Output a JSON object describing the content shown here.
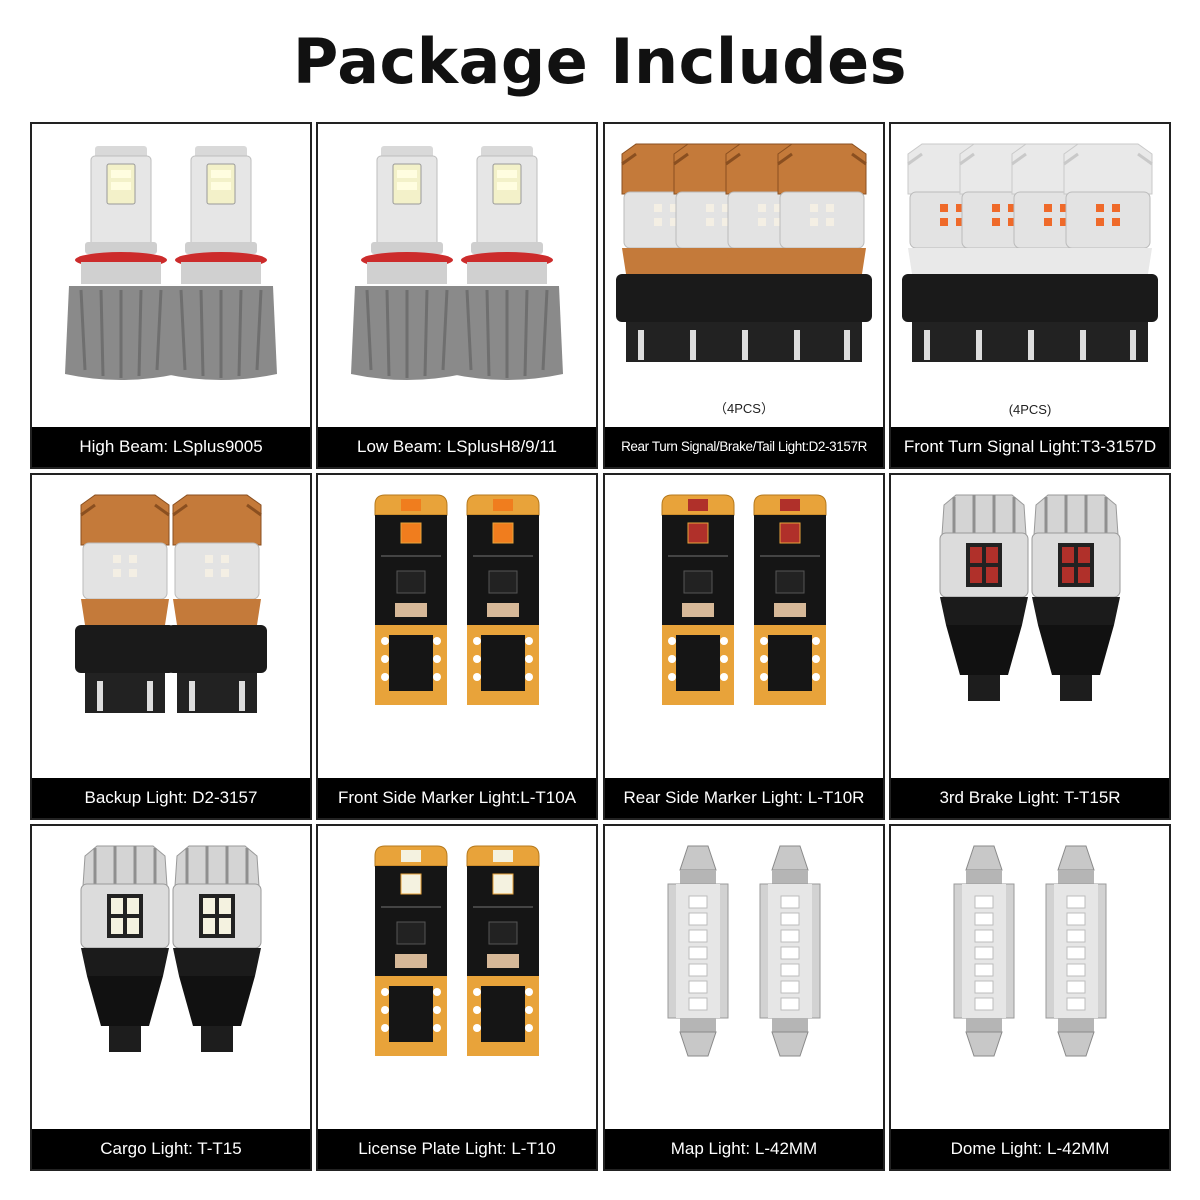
{
  "title": "Package Includes",
  "items": [
    {
      "caption": "High Beam: LSplus9005",
      "qty": "",
      "kind": "headlight",
      "collar": "#cc2b2b"
    },
    {
      "caption": "Low Beam: LSplusH8/9/11",
      "qty": "",
      "kind": "headlight",
      "collar": "#cc2b2b"
    },
    {
      "caption": "Rear Turn Signal/Brake/Tail Light:D2-3157R",
      "qty": "（4PCS）",
      "kind": "copper3157x4",
      "collar": ""
    },
    {
      "caption": "Front Turn Signal Light:T3-3157D",
      "qty": "(4PCS)",
      "kind": "white3157x4",
      "collar": ""
    },
    {
      "caption": "Backup Light: D2-3157",
      "qty": "",
      "kind": "copper3157x2",
      "collar": ""
    },
    {
      "caption": "Front Side Marker Light:L-T10A",
      "qty": "",
      "kind": "t10",
      "collar": "#f07d1e"
    },
    {
      "caption": "Rear Side Marker Light: L-T10R",
      "qty": "",
      "kind": "t10",
      "collar": "#b0302a"
    },
    {
      "caption": "3rd Brake Light: T-T15R",
      "qty": "",
      "kind": "t15",
      "collar": "#b0302a"
    },
    {
      "caption": "Cargo Light: T-T15",
      "qty": "",
      "kind": "t15",
      "collar": "#f4f2e0"
    },
    {
      "caption": "License Plate Light: L-T10",
      "qty": "",
      "kind": "t10",
      "collar": "#f4f2e0"
    },
    {
      "caption": "Map Light: L-42MM",
      "qty": "",
      "kind": "festoon",
      "collar": ""
    },
    {
      "caption": "Dome Light: L-42MM",
      "qty": "",
      "kind": "festoon",
      "collar": ""
    }
  ],
  "icons": [
    "headlight-bulb-icon",
    "3157-bulb-icon",
    "t10-bulb-icon",
    "t15-bulb-icon",
    "festoon-bulb-icon"
  ]
}
